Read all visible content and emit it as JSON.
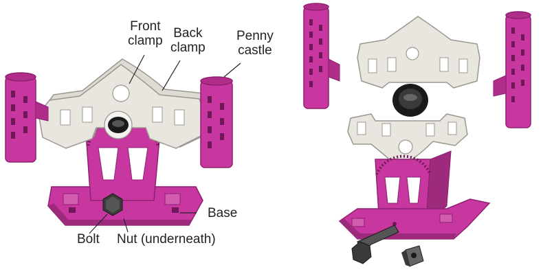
{
  "callouts": {
    "front_clamp": "Front\nclamp",
    "back_clamp": "Back\nclamp",
    "penny_castle": "Penny\ncastle",
    "base": "Base",
    "bolt": "Bolt",
    "nut": "Nut (underneath)"
  },
  "colors": {
    "magenta_part": "#c8379f",
    "magenta_dark": "#8e2070",
    "clamp_part": "#e8e6df",
    "clamp_edge": "#9a978f",
    "bolt": "#3a3a3a",
    "coin": "#1a1a1a"
  }
}
